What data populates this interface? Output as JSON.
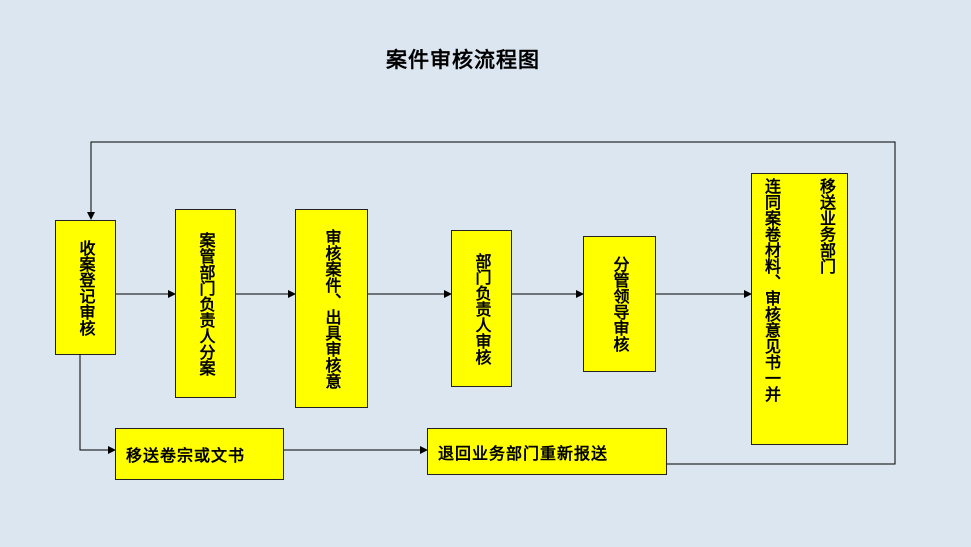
{
  "title": "案件审核流程图",
  "nodes": {
    "receive": "收案登记审核",
    "assign": "案管部门负责人分案",
    "review": "审核案件、出具审核意",
    "dept_head": "部门负责人审核",
    "leader": "分管领导审核",
    "transfer_col1": "移送业务部门",
    "transfer_col2": "连同案卷材料、审核意见书一并",
    "send_docs": "移送卷宗或文书",
    "return": "退回业务部门重新报送"
  },
  "colors": {
    "background": "#dce6f1",
    "box_fill": "#ffff00",
    "line": "#000000"
  }
}
